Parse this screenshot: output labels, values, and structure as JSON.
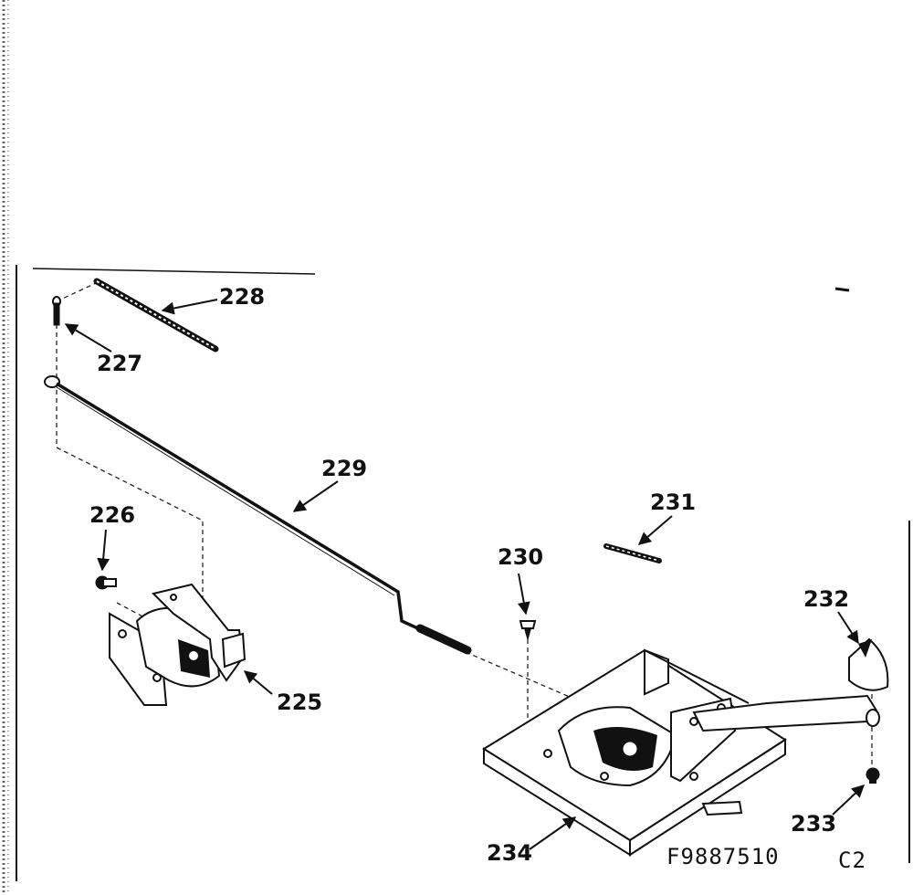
{
  "labels": {
    "p225": "225",
    "p226": "226",
    "p227": "227",
    "p228": "228",
    "p229": "229",
    "p230": "230",
    "p231": "231",
    "p232": "232",
    "p233": "233",
    "p234": "234"
  },
  "figure": {
    "code": "F9887510",
    "sheet": "C2"
  }
}
